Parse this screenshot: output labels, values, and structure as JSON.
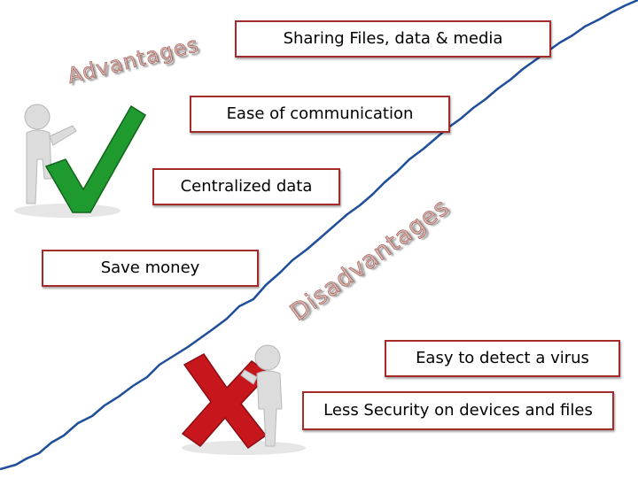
{
  "headings": {
    "advantages": "Advantages",
    "disadvantages": "Disadvantages"
  },
  "advantages": [
    "Sharing Files, data & media",
    "Ease of communication",
    "Centralized data",
    "Save money"
  ],
  "disadvantages": [
    "Easy to detect a virus",
    "Less Security on devices and files"
  ],
  "colors": {
    "box_border": "#a52a2a",
    "growth_line": "#1f4e9a",
    "check_green": "#1e9a2e",
    "cross_red": "#c8161d",
    "heading_fill": "#d7b5b0"
  }
}
